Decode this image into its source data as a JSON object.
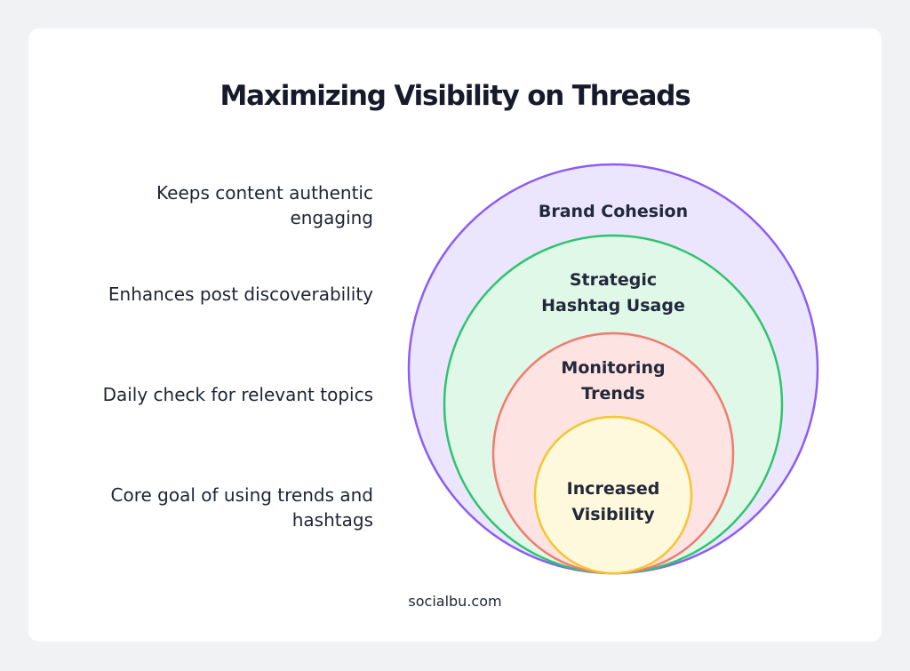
{
  "title": "Maximizing Visibility on Threads",
  "layers": [
    {
      "label": "Brand Cohesion",
      "description": "Keeps content authentic engaging",
      "fill": "#ebe6fd",
      "stroke": "#8b5cf6"
    },
    {
      "label": "Strategic Hashtag Usage",
      "description": "Enhances post discoverability",
      "fill": "#dff8e8",
      "stroke": "#2fc36f"
    },
    {
      "label": "Monitoring Trends",
      "description": "Daily check for relevant topics",
      "fill": "#fde3e1",
      "stroke": "#f07b6f"
    },
    {
      "label": "Increased Visibility",
      "description": "Core goal of using trends and hashtags",
      "fill": "#fef8dd",
      "stroke": "#f4c630"
    }
  ],
  "footer": "socialbu.com"
}
